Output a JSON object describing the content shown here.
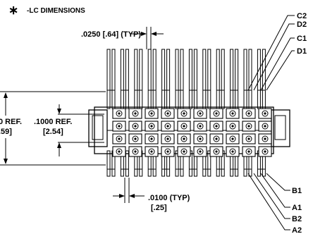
{
  "note": {
    "symbol": "∗",
    "text": "-LC DIMENSIONS"
  },
  "dimensions": {
    "pin_width": ".0250 [.64] (TYP)",
    "pin_spacing_in": ".0100 (TYP)",
    "pin_spacing_mm": "[.25]",
    "row_pitch_in": ".1000 REF.",
    "row_pitch_mm": "[2.54]",
    "overall_in": "0 REF.",
    "overall_mm": ".59]"
  },
  "row_labels_top": [
    "C2",
    "D2",
    "C1",
    "D1"
  ],
  "row_labels_bottom": [
    "B1",
    "A1",
    "B2",
    "A2"
  ],
  "connector": {
    "contact_columns": 10,
    "contact_rows": 4,
    "top_lead_pairs": 12,
    "bottom_lead_pairs": 12
  }
}
